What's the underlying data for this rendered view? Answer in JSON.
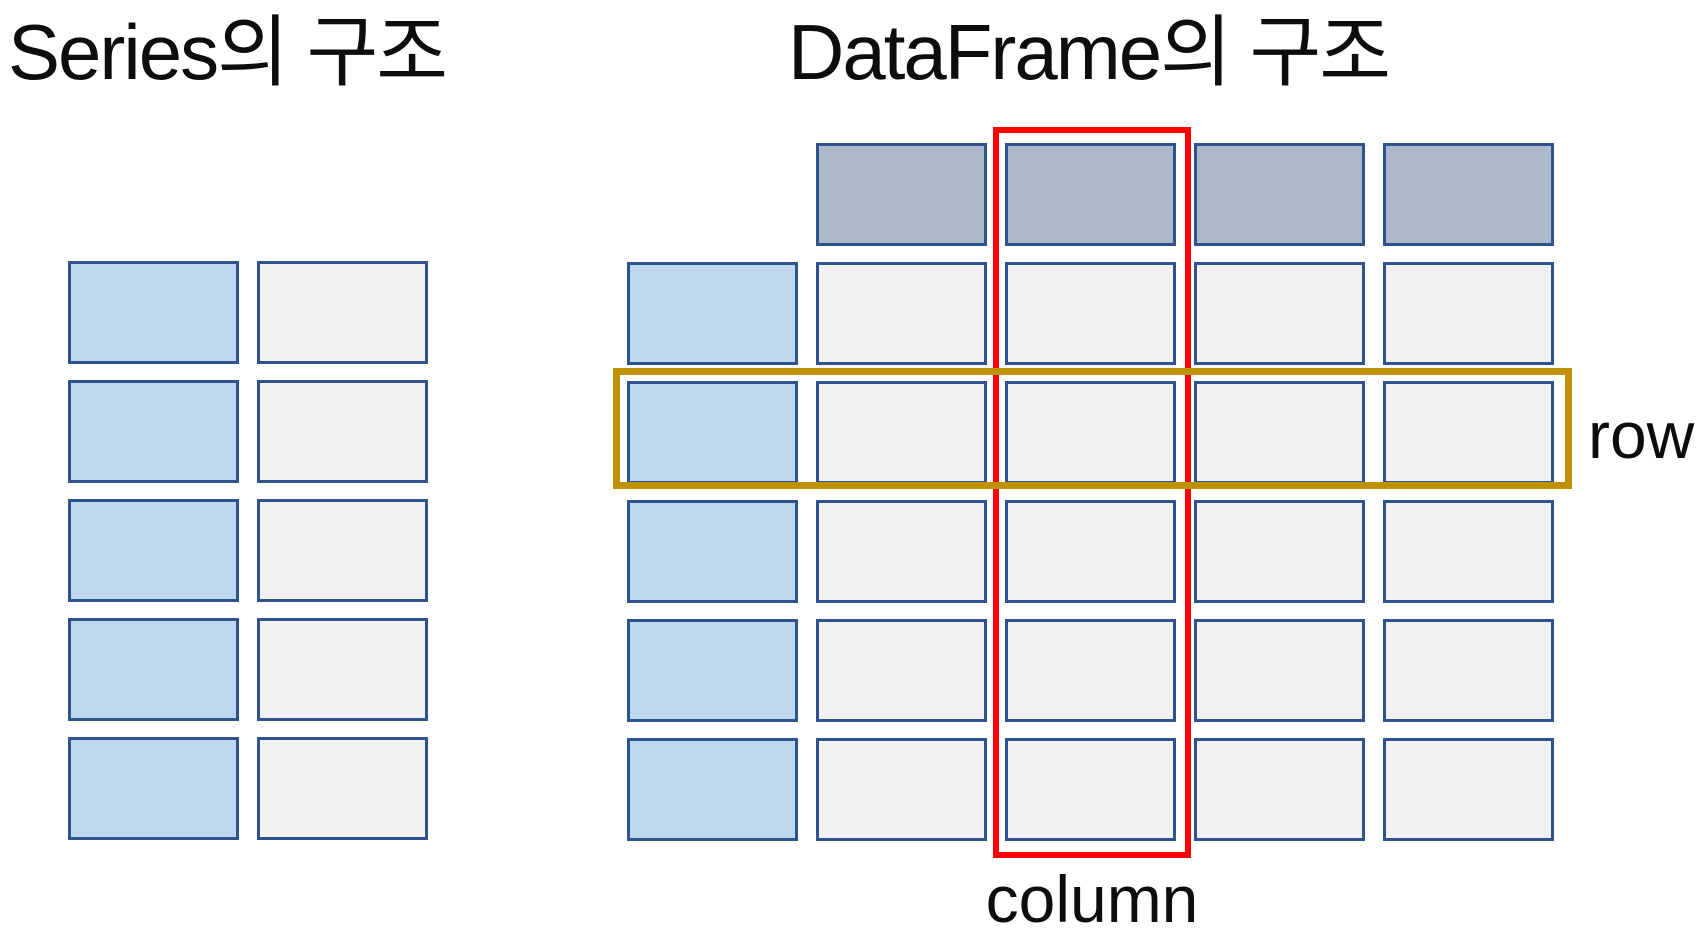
{
  "titles": {
    "series": "Series의 구조",
    "dataframe": "DataFrame의 구조"
  },
  "series_diagram": {
    "rows": 5,
    "columns_per_row": 2,
    "column_roles": [
      "index",
      "value"
    ]
  },
  "dataframe_diagram": {
    "rows": 5,
    "data_columns": 4,
    "has_header_row": true,
    "has_index_column": true
  },
  "highlights": {
    "column": {
      "label": "column",
      "color": "#ff0000",
      "target": "second data column including its header"
    },
    "row": {
      "label": "row",
      "color": "#bf9000",
      "target": "second data row including its index cell"
    }
  },
  "colors": {
    "background": "#ffffff",
    "text": "#0d0d0d",
    "box_border": "#2e538f",
    "index_fill": "#bdd7ee",
    "value_fill": "#f2f2f2",
    "header_fill": "#adb9ca",
    "column_highlight": "#ff0000",
    "row_highlight": "#bf9000"
  }
}
